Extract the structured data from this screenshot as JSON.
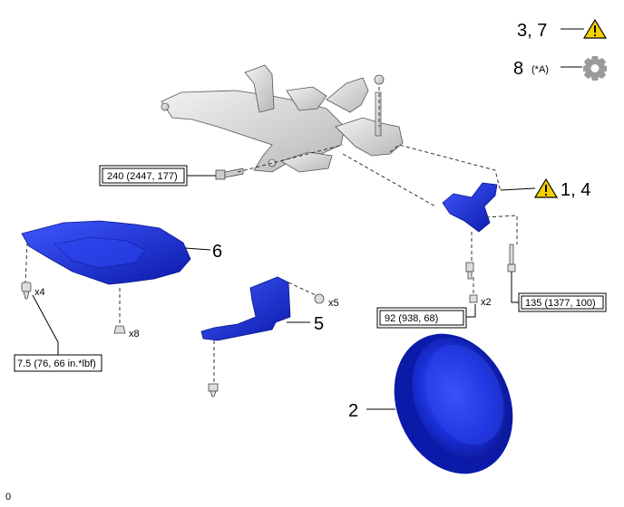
{
  "callouts": {
    "c37": "3, 7",
    "c8": "8",
    "c8_note": "(*A)",
    "c14": "1, 4",
    "c6": "6",
    "c5": "5",
    "c2": "2"
  },
  "quantities": {
    "x4": "x4",
    "x8": "x8",
    "x5": "x5",
    "x2": "x2"
  },
  "torque": {
    "t240": "240 (2447, 177)",
    "t135": "135 (1377, 100)",
    "t92": "92 (938, 68)",
    "t75": "7.5 (76, 66 in.*lbf)"
  },
  "footer_code": "0",
  "icons": {
    "caution": "caution-triangle-icon",
    "settings": "gear-icon"
  },
  "colors": {
    "part_blue": "#1a2fd6",
    "caution_yellow": "#f5d000",
    "gear_gray": "#9a9a9a"
  }
}
